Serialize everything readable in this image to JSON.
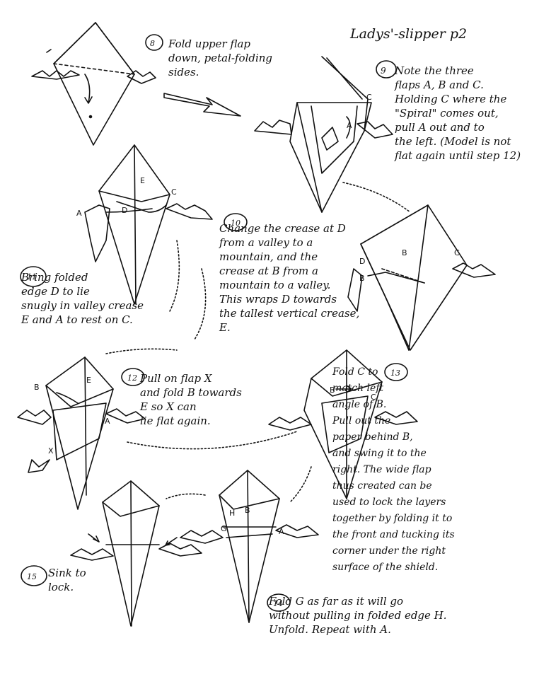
{
  "title": "Ladys'-slipper  p2",
  "steps": [
    {
      "number": "8",
      "text": "Fold upper flap\ndown, petal-folding\nsides."
    },
    {
      "number": "9",
      "text": "Note the three\nflaps A, B and C.\nHolding C where the\n\"Spiral\" comes out,\npull A out and to\nthe left. (Model is not\nflat again until step 12)"
    },
    {
      "number": "10",
      "text": "Change the crease at D\nfrom a valley to a\nmountain, and the\ncrease at B from a\nmountain to a valley.\nThis wraps D towards\nthe tallest vertical crease,\nE."
    },
    {
      "number": "11",
      "text": "Bring folded\nedge D to lie\nsnugly in valley crease\nE and A to rest on C."
    },
    {
      "number": "12",
      "text": "Pull on flap X\nand fold B towards\nE so X can\nlie flat again."
    },
    {
      "number": "13",
      "text": "Fold C to\nmatch left\nangle of B.\nPull out the\npaper behind B,\nand swing it to the\nright. The wide flap\nthus created can be\nused to lock the layers\ntogether by folding it to\nthe front and tucking its\ncorner under the right\nsurface of the shield."
    },
    {
      "number": "14",
      "text": "Fold G as far as it will go\nwithout pulling in folded edge H.\nUnfold. Repeat with A."
    },
    {
      "number": "15",
      "text": "Sink to\nlock."
    }
  ],
  "diagram_labels": {
    "s9": [
      "C",
      "A"
    ],
    "s10": [
      "E",
      "C",
      "D",
      "A"
    ],
    "s10b": [
      "B",
      "C",
      "B",
      "D"
    ],
    "s12": [
      "B",
      "E",
      "A",
      "X"
    ],
    "s13": [
      "B",
      "C"
    ],
    "s14": [
      "H",
      "B",
      "G",
      "A"
    ]
  }
}
